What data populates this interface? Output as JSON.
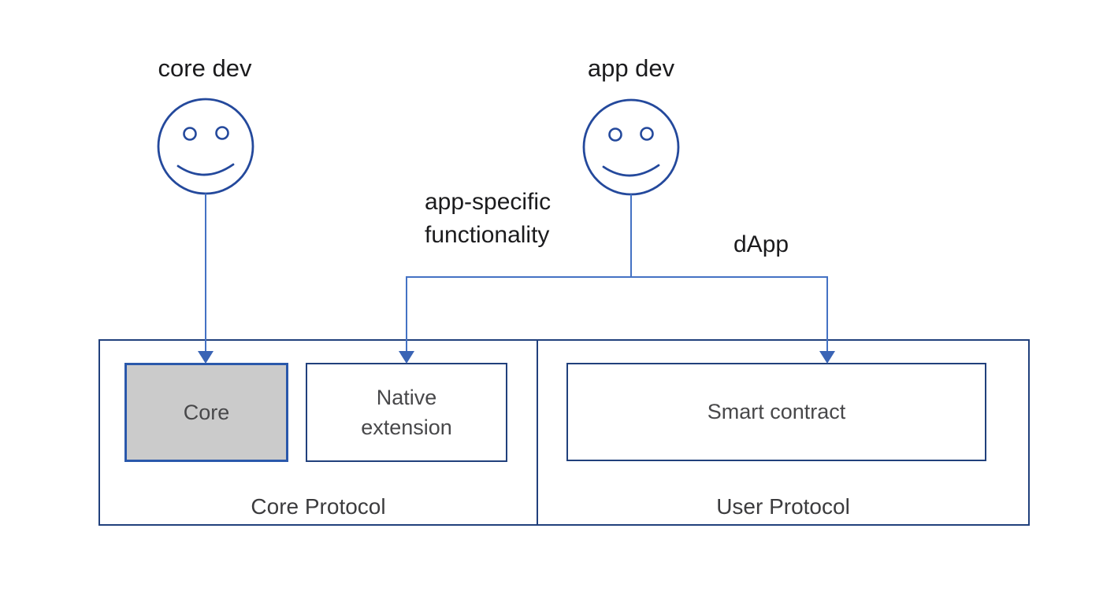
{
  "diagram": {
    "actors": [
      {
        "id": "core-dev",
        "label": "core dev"
      },
      {
        "id": "app-dev",
        "label": "app dev"
      }
    ],
    "edge_labels": {
      "app_specific_line1": "app-specific",
      "app_specific_line2": "functionality",
      "dapp": "dApp"
    },
    "containers": [
      {
        "id": "core-protocol",
        "label": "Core Protocol"
      },
      {
        "id": "user-protocol",
        "label": "User Protocol"
      }
    ],
    "boxes": [
      {
        "id": "core",
        "label": "Core"
      },
      {
        "id": "native-extension",
        "label": "Native extension"
      },
      {
        "id": "smart-contract",
        "label": "Smart contract"
      }
    ],
    "colors": {
      "connector_blue": "#4472c4",
      "arrowhead_blue": "#3a64b5",
      "face_stroke": "#24499c",
      "container_border": "#21407c",
      "core_box_border": "#2a58ab",
      "core_box_fill": "#cbcbcb",
      "heading_text": "#1b1b1d",
      "label_text": "#48484a"
    }
  }
}
